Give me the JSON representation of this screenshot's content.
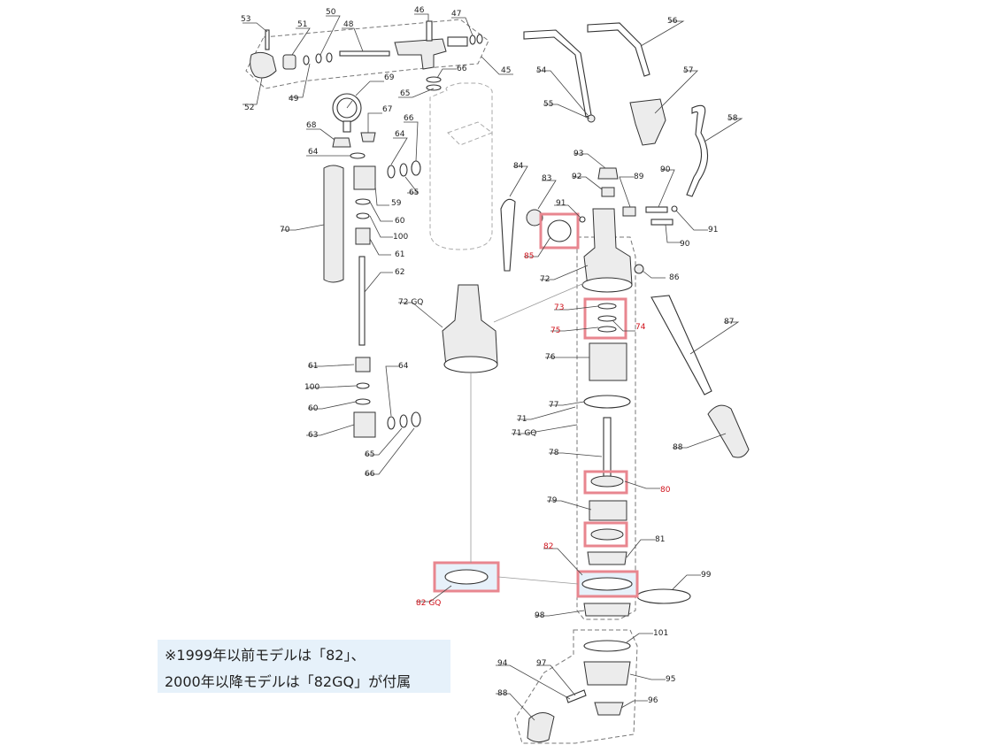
{
  "colors": {
    "highlight": "#e8868f",
    "label_red": "#d0121b",
    "note_bg": "#e6f1fa"
  },
  "note": {
    "line1": "※1999年以前モデルは「82」、",
    "line2": "2000年以降モデルは「82GQ」が付属"
  },
  "labels": {
    "p53": "53",
    "p51": "51",
    "p50": "50",
    "p48": "48",
    "p46": "46",
    "p47": "47",
    "p45": "45",
    "p52": "52",
    "p49": "49",
    "p66a": "66",
    "p65a": "65",
    "p69": "69",
    "p68": "68",
    "p67": "67",
    "p66b": "66",
    "p64a": "64",
    "p64b": "64",
    "p65b": "65",
    "p59": "59",
    "p60a": "60",
    "p100a": "100",
    "p61a": "61",
    "p62": "62",
    "p70": "70",
    "p61b": "61",
    "p100b": "100",
    "p60b": "60",
    "p64c": "64",
    "p63": "63",
    "p65c": "65",
    "p66c": "66",
    "p54": "54",
    "p55": "55",
    "p56": "56",
    "p57": "57",
    "p58": "58",
    "p93": "93",
    "p92": "92",
    "p89": "89",
    "p90a": "90",
    "p91a": "91",
    "p90b": "90",
    "p84": "84",
    "p83": "83",
    "p91b": "91",
    "p85": "85",
    "p72": "72",
    "p86": "86",
    "p72gq": "72 GQ",
    "p73": "73",
    "p75": "75",
    "p74": "74",
    "p87": "87",
    "p76": "76",
    "p77": "77",
    "p71": "71",
    "p71gq": "71 GQ",
    "p88a": "88",
    "p78": "78",
    "p80": "80",
    "p79": "79",
    "p81": "81",
    "p82": "82",
    "p99": "99",
    "p82gq": "82 GQ",
    "p98": "98",
    "p101": "101",
    "p94": "94",
    "p97": "97",
    "p95": "95",
    "p88b": "88",
    "p96": "96"
  }
}
